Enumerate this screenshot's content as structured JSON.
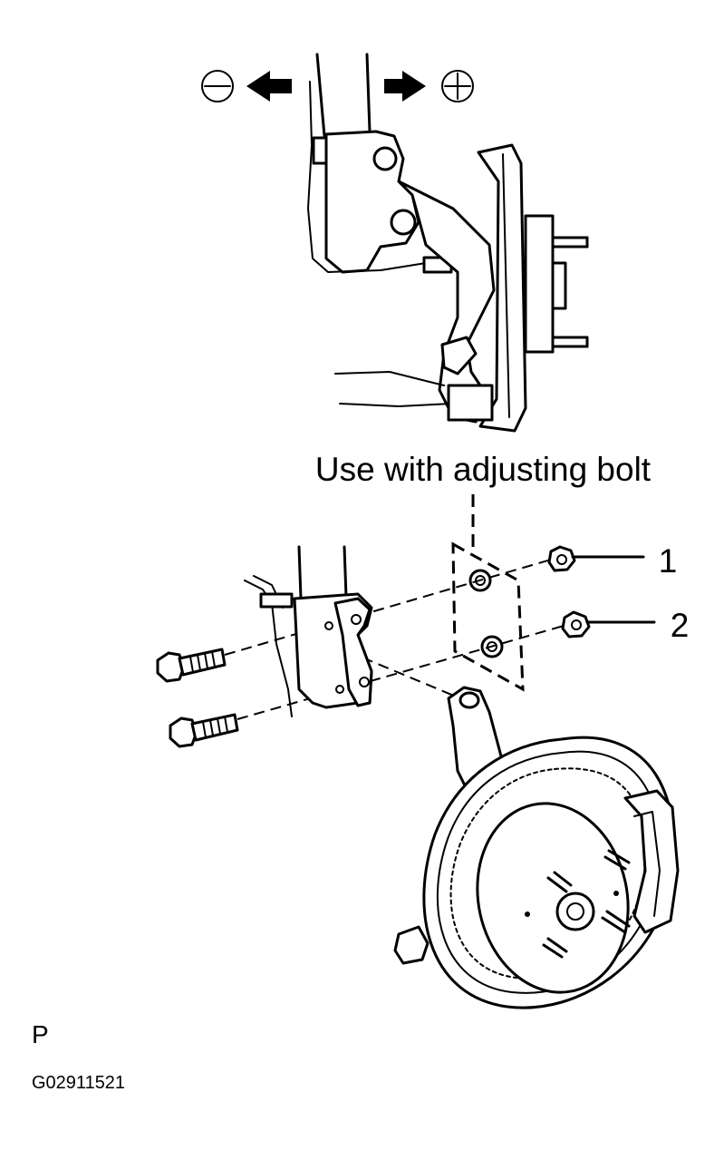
{
  "adjust_direction": {
    "minus_symbol": "⊖",
    "plus_symbol": "⊕"
  },
  "callout": {
    "text": "Use with adjusting bolt"
  },
  "labels": {
    "part_1": "1",
    "part_2": "2"
  },
  "footer": {
    "view_letter": "P",
    "figure_code": "G02911521"
  }
}
